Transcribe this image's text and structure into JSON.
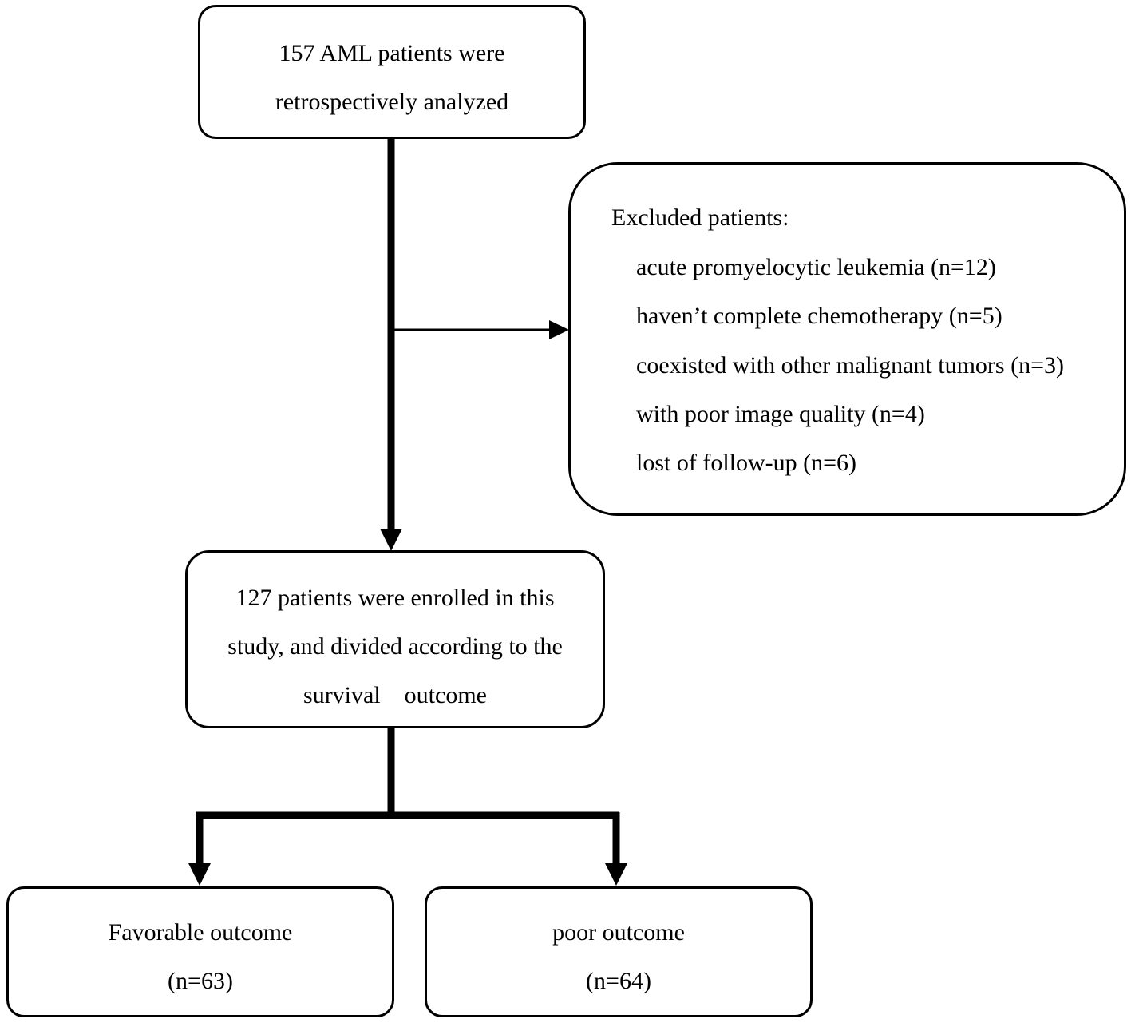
{
  "flow": {
    "start": {
      "lines": [
        "157 AML patients were",
        "retrospectively analyzed"
      ]
    },
    "excluded": {
      "heading": "Excluded patients:",
      "items": [
        "acute promyelocytic leukemia (n=12)",
        "haven’t complete chemotherapy (n=5)",
        "coexisted with other malignant tumors (n=3)",
        "with poor image quality (n=4)",
        "lost of follow-up (n=6)"
      ]
    },
    "enrolled": {
      "lines": [
        "127 patients were enrolled in this",
        "study, and divided according to the",
        "survival    outcome"
      ]
    },
    "favorable": {
      "label": "Favorable outcome",
      "count": "(n=63)"
    },
    "poor": {
      "label": "poor outcome",
      "count": "(n=64)"
    }
  },
  "colors": {
    "stroke": "#000000",
    "background": "#ffffff"
  }
}
